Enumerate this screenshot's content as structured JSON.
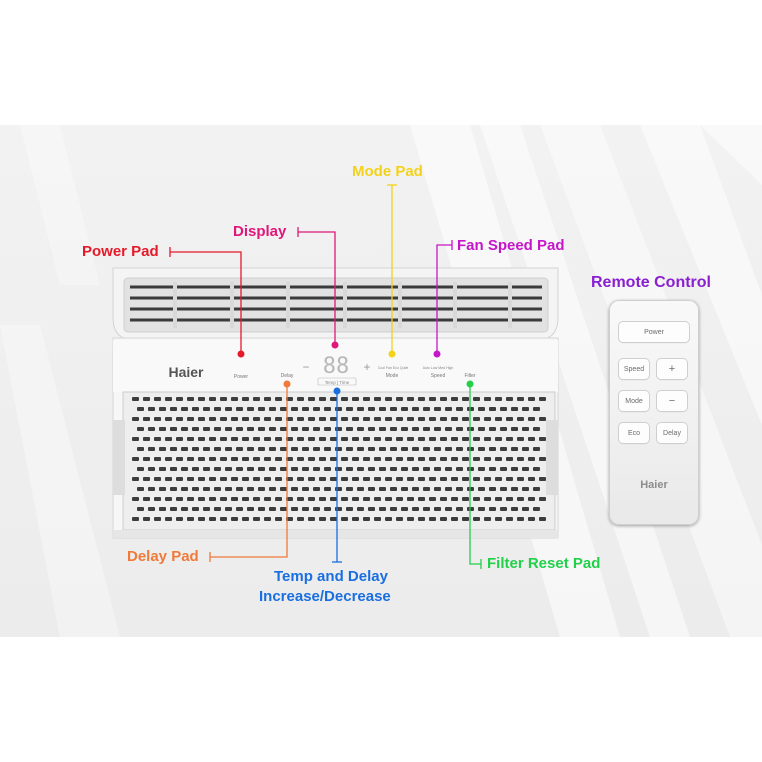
{
  "callouts": {
    "mode_pad": "Mode Pad",
    "display": "Display",
    "power_pad": "Power Pad",
    "fan_speed_pad": "Fan Speed Pad",
    "delay_pad": "Delay Pad",
    "temp_delay_line1": "Temp and Delay",
    "temp_delay_line2": "Increase/Decrease",
    "filter_reset_pad": "Filter Reset Pad",
    "remote_control": "Remote Control"
  },
  "colors": {
    "mode_pad": "#f2d21a",
    "display": "#e0177a",
    "power_pad": "#e41a2a",
    "fan_speed_pad": "#c516c9",
    "delay_pad": "#f07a3a",
    "temp_delay": "#1a6fe0",
    "filter_reset_pad": "#22d04a",
    "remote_control": "#8a1fd0"
  },
  "ac_unit": {
    "brand": "Haier",
    "display_digits": "88",
    "minus": "−",
    "plus": "+",
    "temp_timer_label": "Temp | Time",
    "power_label": "Power",
    "delay_label": "Delay",
    "mode_label": "Mode",
    "mode_options": "Cool  Fan  Eco  Quiet",
    "speed_label": "Speed",
    "speed_options": "Auto  Low  Med  High",
    "filter_label": "Filter"
  },
  "remote": {
    "power": "Power",
    "speed": "Speed",
    "plus": "+",
    "mode": "Mode",
    "minus": "−",
    "eco": "Eco",
    "delay": "Delay",
    "brand": "Haier"
  }
}
